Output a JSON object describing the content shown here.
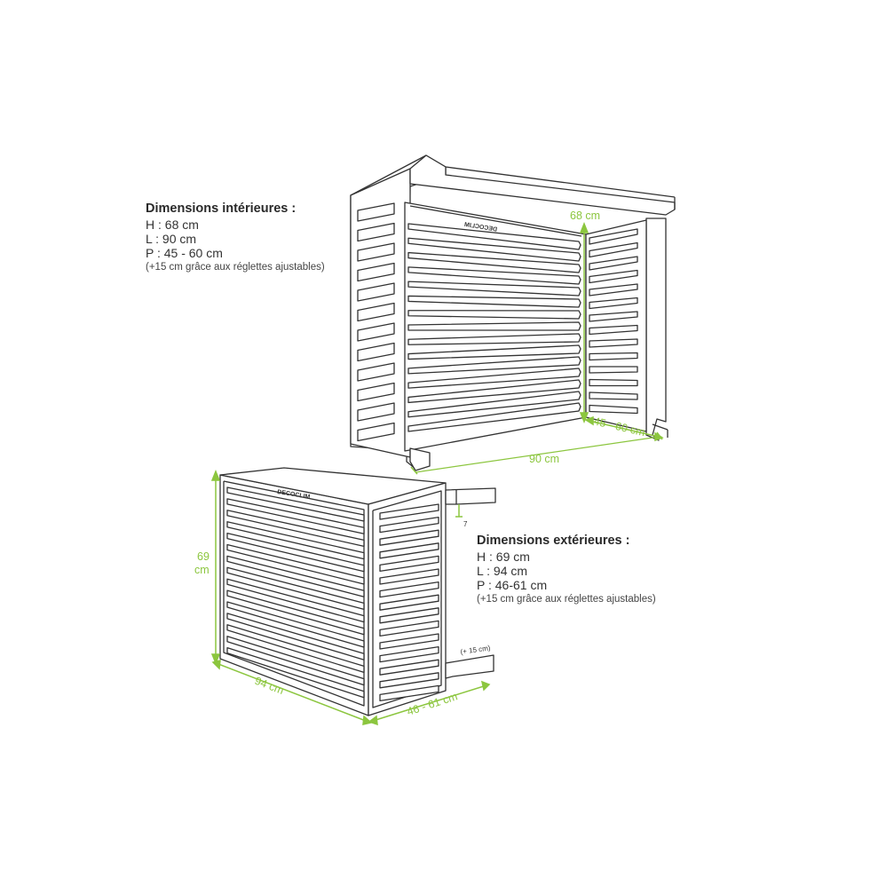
{
  "interior": {
    "title": "Dimensions intérieures :",
    "height": "H : 68 cm",
    "length": "L : 90 cm",
    "depth": "P : 45 - 60 cm",
    "note": "(+15 cm grâce aux réglettes ajustables)"
  },
  "exterior": {
    "title": "Dimensions extérieures :",
    "height": "H : 69 cm",
    "length": "L : 94 cm",
    "depth": "P : 46-61 cm",
    "note": "(+15 cm grâce aux réglettes ajustables)"
  },
  "labels": {
    "top_height": "68 cm",
    "top_depth": "45 - 60 cm",
    "top_width": "90 cm",
    "bottom_height_value": "69",
    "bottom_height_unit": "cm",
    "bottom_width": "94 cm",
    "bottom_depth": "46 - 61 cm",
    "adjust": "(+ 15 cm)",
    "gap": "7"
  },
  "brand": "DECOCLIM",
  "colors": {
    "dimension": "#8cc63f",
    "outline": "#333333"
  }
}
